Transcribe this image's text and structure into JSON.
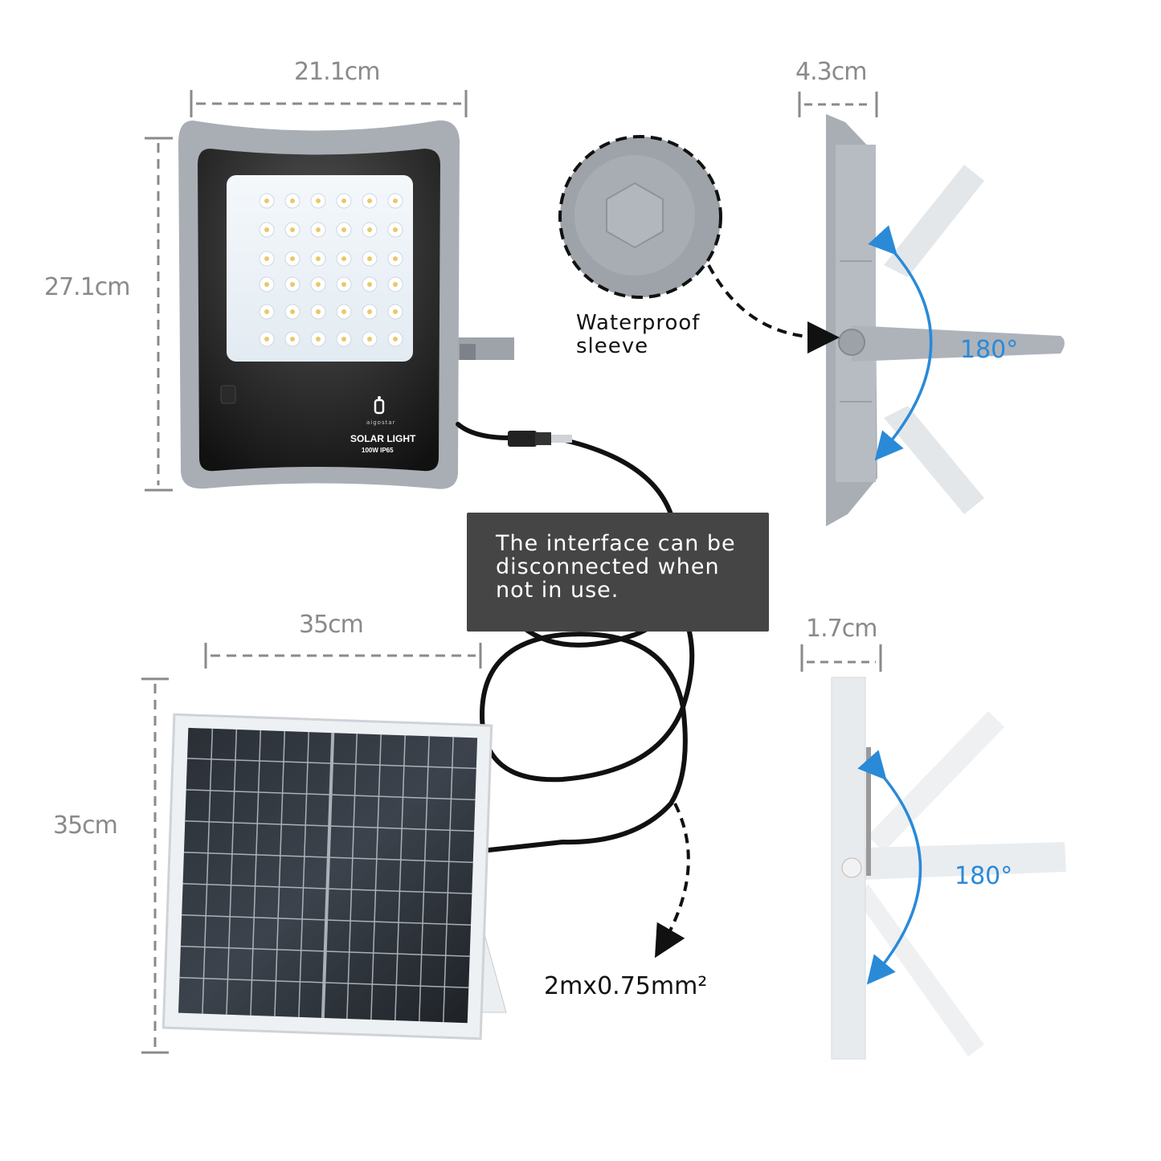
{
  "product": {
    "brand": "aigostar",
    "model_title": "SOLAR LIGHT",
    "model_spec": "100W IP65"
  },
  "dimensions": {
    "floodlight_width": "21.1cm",
    "floodlight_height": "27.1cm",
    "floodlight_depth": "4.3cm",
    "panel_width": "35cm",
    "panel_height": "35cm",
    "panel_depth": "1.7cm"
  },
  "rotation": {
    "floodlight_bracket": "180°",
    "panel_bracket": "180°"
  },
  "callouts": {
    "waterproof_sleeve": "Waterproof sleeve",
    "interface_note": "The interface can be disconnected when not in use.",
    "cable_spec": "2mx0.75mm²"
  },
  "colors": {
    "dimension_gray": "#8a8a8a",
    "rotation_blue": "#2a8ad8",
    "housing_gray": "#a9aeb5",
    "note_bg": "#454545"
  }
}
